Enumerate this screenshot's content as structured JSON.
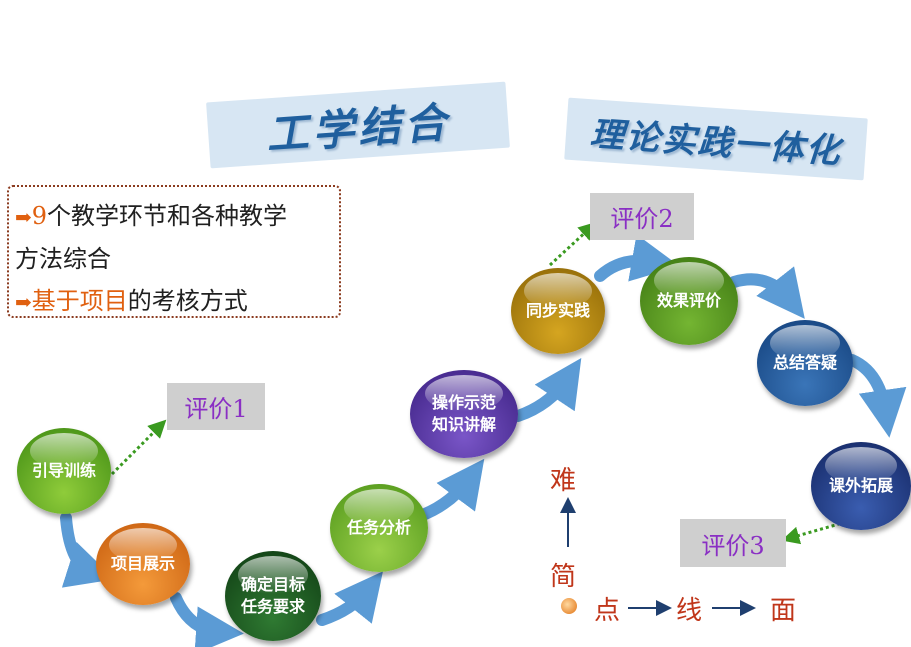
{
  "banners": {
    "left": "工学结合",
    "right": "理论实践一体化"
  },
  "infobox": {
    "bullet_icon": "arrow-right-icon",
    "line1_prefix": "9",
    "line1_rest": "个教学环节和各种教学",
    "line2": "方法综合",
    "line3_highlight": "基于项目",
    "line3_rest": "的考核方式"
  },
  "evaluations": [
    "评价1",
    "评价2",
    "评价3"
  ],
  "nodes": [
    {
      "label": "引导训练"
    },
    {
      "label": "项目展示"
    },
    {
      "label_line1": "确定目标",
      "label_line2": "任务要求"
    },
    {
      "label": "任务分析"
    },
    {
      "label_line1": "操作示范",
      "label_line2": "知识讲解"
    },
    {
      "label": "同步实践"
    },
    {
      "label": "效果评价"
    },
    {
      "label": "总结答疑"
    },
    {
      "label": "课外拓展"
    }
  ],
  "difficulty": {
    "hard": "难",
    "easy": "简"
  },
  "progression": [
    "点",
    "线",
    "面"
  ],
  "colors": {
    "arrow": "#5b9bd5",
    "eval_text": "#8a2fc4",
    "eval_box": "#cfcfcf",
    "banner_text": "#1f5f9e",
    "highlight": "#e06010",
    "dotted_link": "#3a9a20"
  }
}
